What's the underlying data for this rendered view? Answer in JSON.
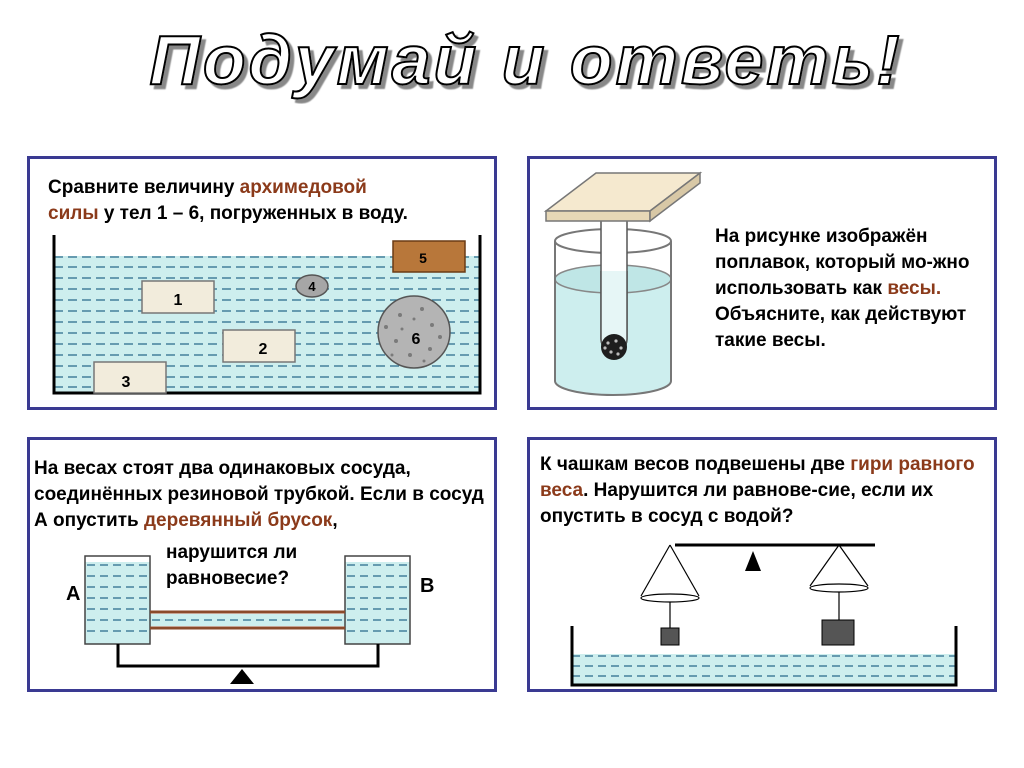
{
  "title": "Подумай и ответь!",
  "panel1": {
    "t1": "Сравните величину ",
    "h1": "архимедовой",
    "h2": "силы",
    "t2": " у тел 1 – 6, погруженных в воду.",
    "labels": [
      "1",
      "2",
      "3",
      "4",
      "5",
      "6"
    ]
  },
  "panel2": {
    "t1": "На рисунке изображён поплавок, который мо-жно использовать как ",
    "h1": "весы.",
    "t2": " Объясните, как действуют такие весы."
  },
  "panel3": {
    "t1": "На весах стоят два одинаковых сосуда, соединённых резиновой трубкой. Если в сосуд А опустить ",
    "h1": "деревянный брусок",
    "t2": ",",
    "t3": "нарушится ли равновесие?",
    "label_a": "А",
    "label_b": "В"
  },
  "panel4": {
    "t1": "К чашкам весов подвешены две ",
    "h1": "гири равного веса",
    "t2": ". Нарушится ли равнове-сие, если их опустить в сосуд с водой?"
  },
  "colors": {
    "border": "#3a3a92",
    "water": "#cdeeee",
    "highlight": "#8b3a1a"
  }
}
